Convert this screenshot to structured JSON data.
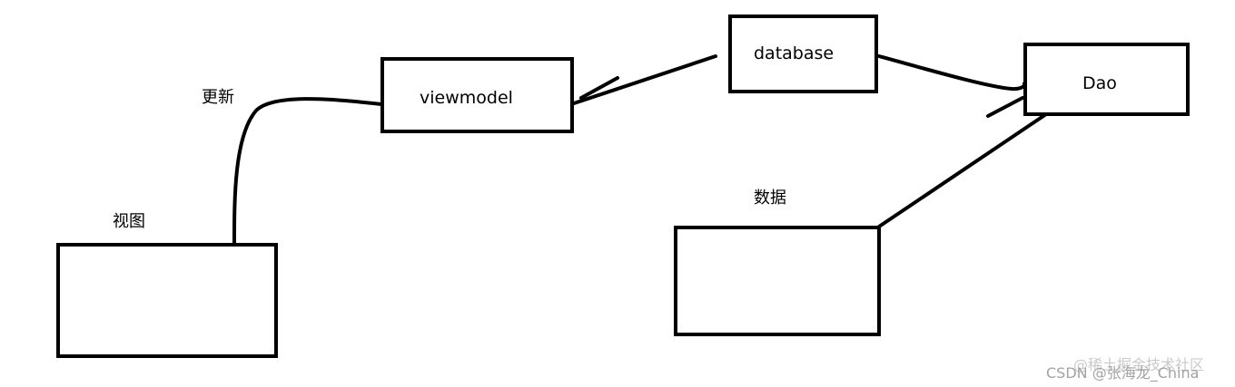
{
  "diagram": {
    "boxes": {
      "view": "",
      "viewmodel": "viewmodel",
      "database": "database",
      "dao": "Dao",
      "data": ""
    },
    "labels": {
      "update": "更新",
      "view": "视图",
      "data": "数据"
    },
    "stroke_color": "#000000"
  },
  "watermark": {
    "juejin": "@稀土掘金技术社区",
    "csdn": "CSDN @张海龙_China"
  }
}
